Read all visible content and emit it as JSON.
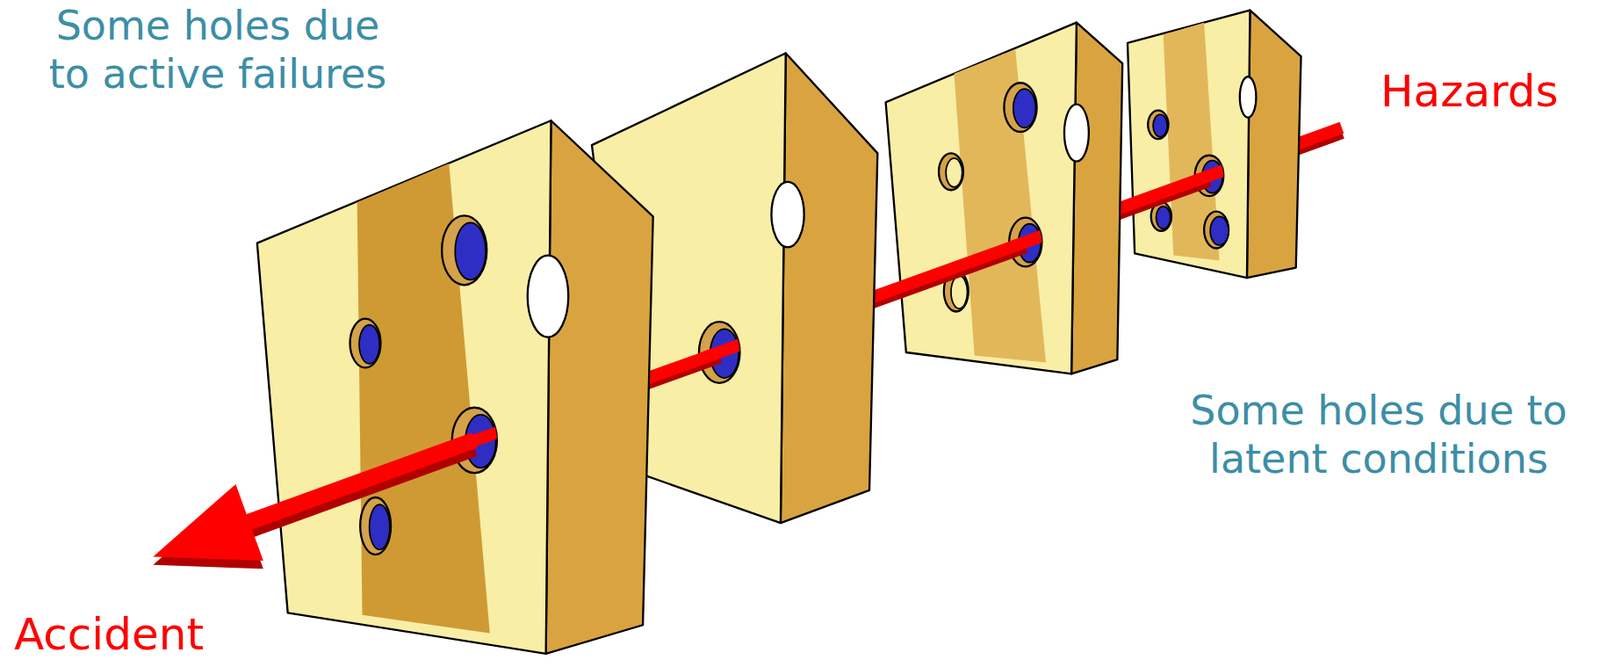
{
  "diagram": {
    "labels": [
      "Some holes due to active failures",
      "Hazards",
      "Some holes due to latent conditions",
      "Accident"
    ]
  }
}
